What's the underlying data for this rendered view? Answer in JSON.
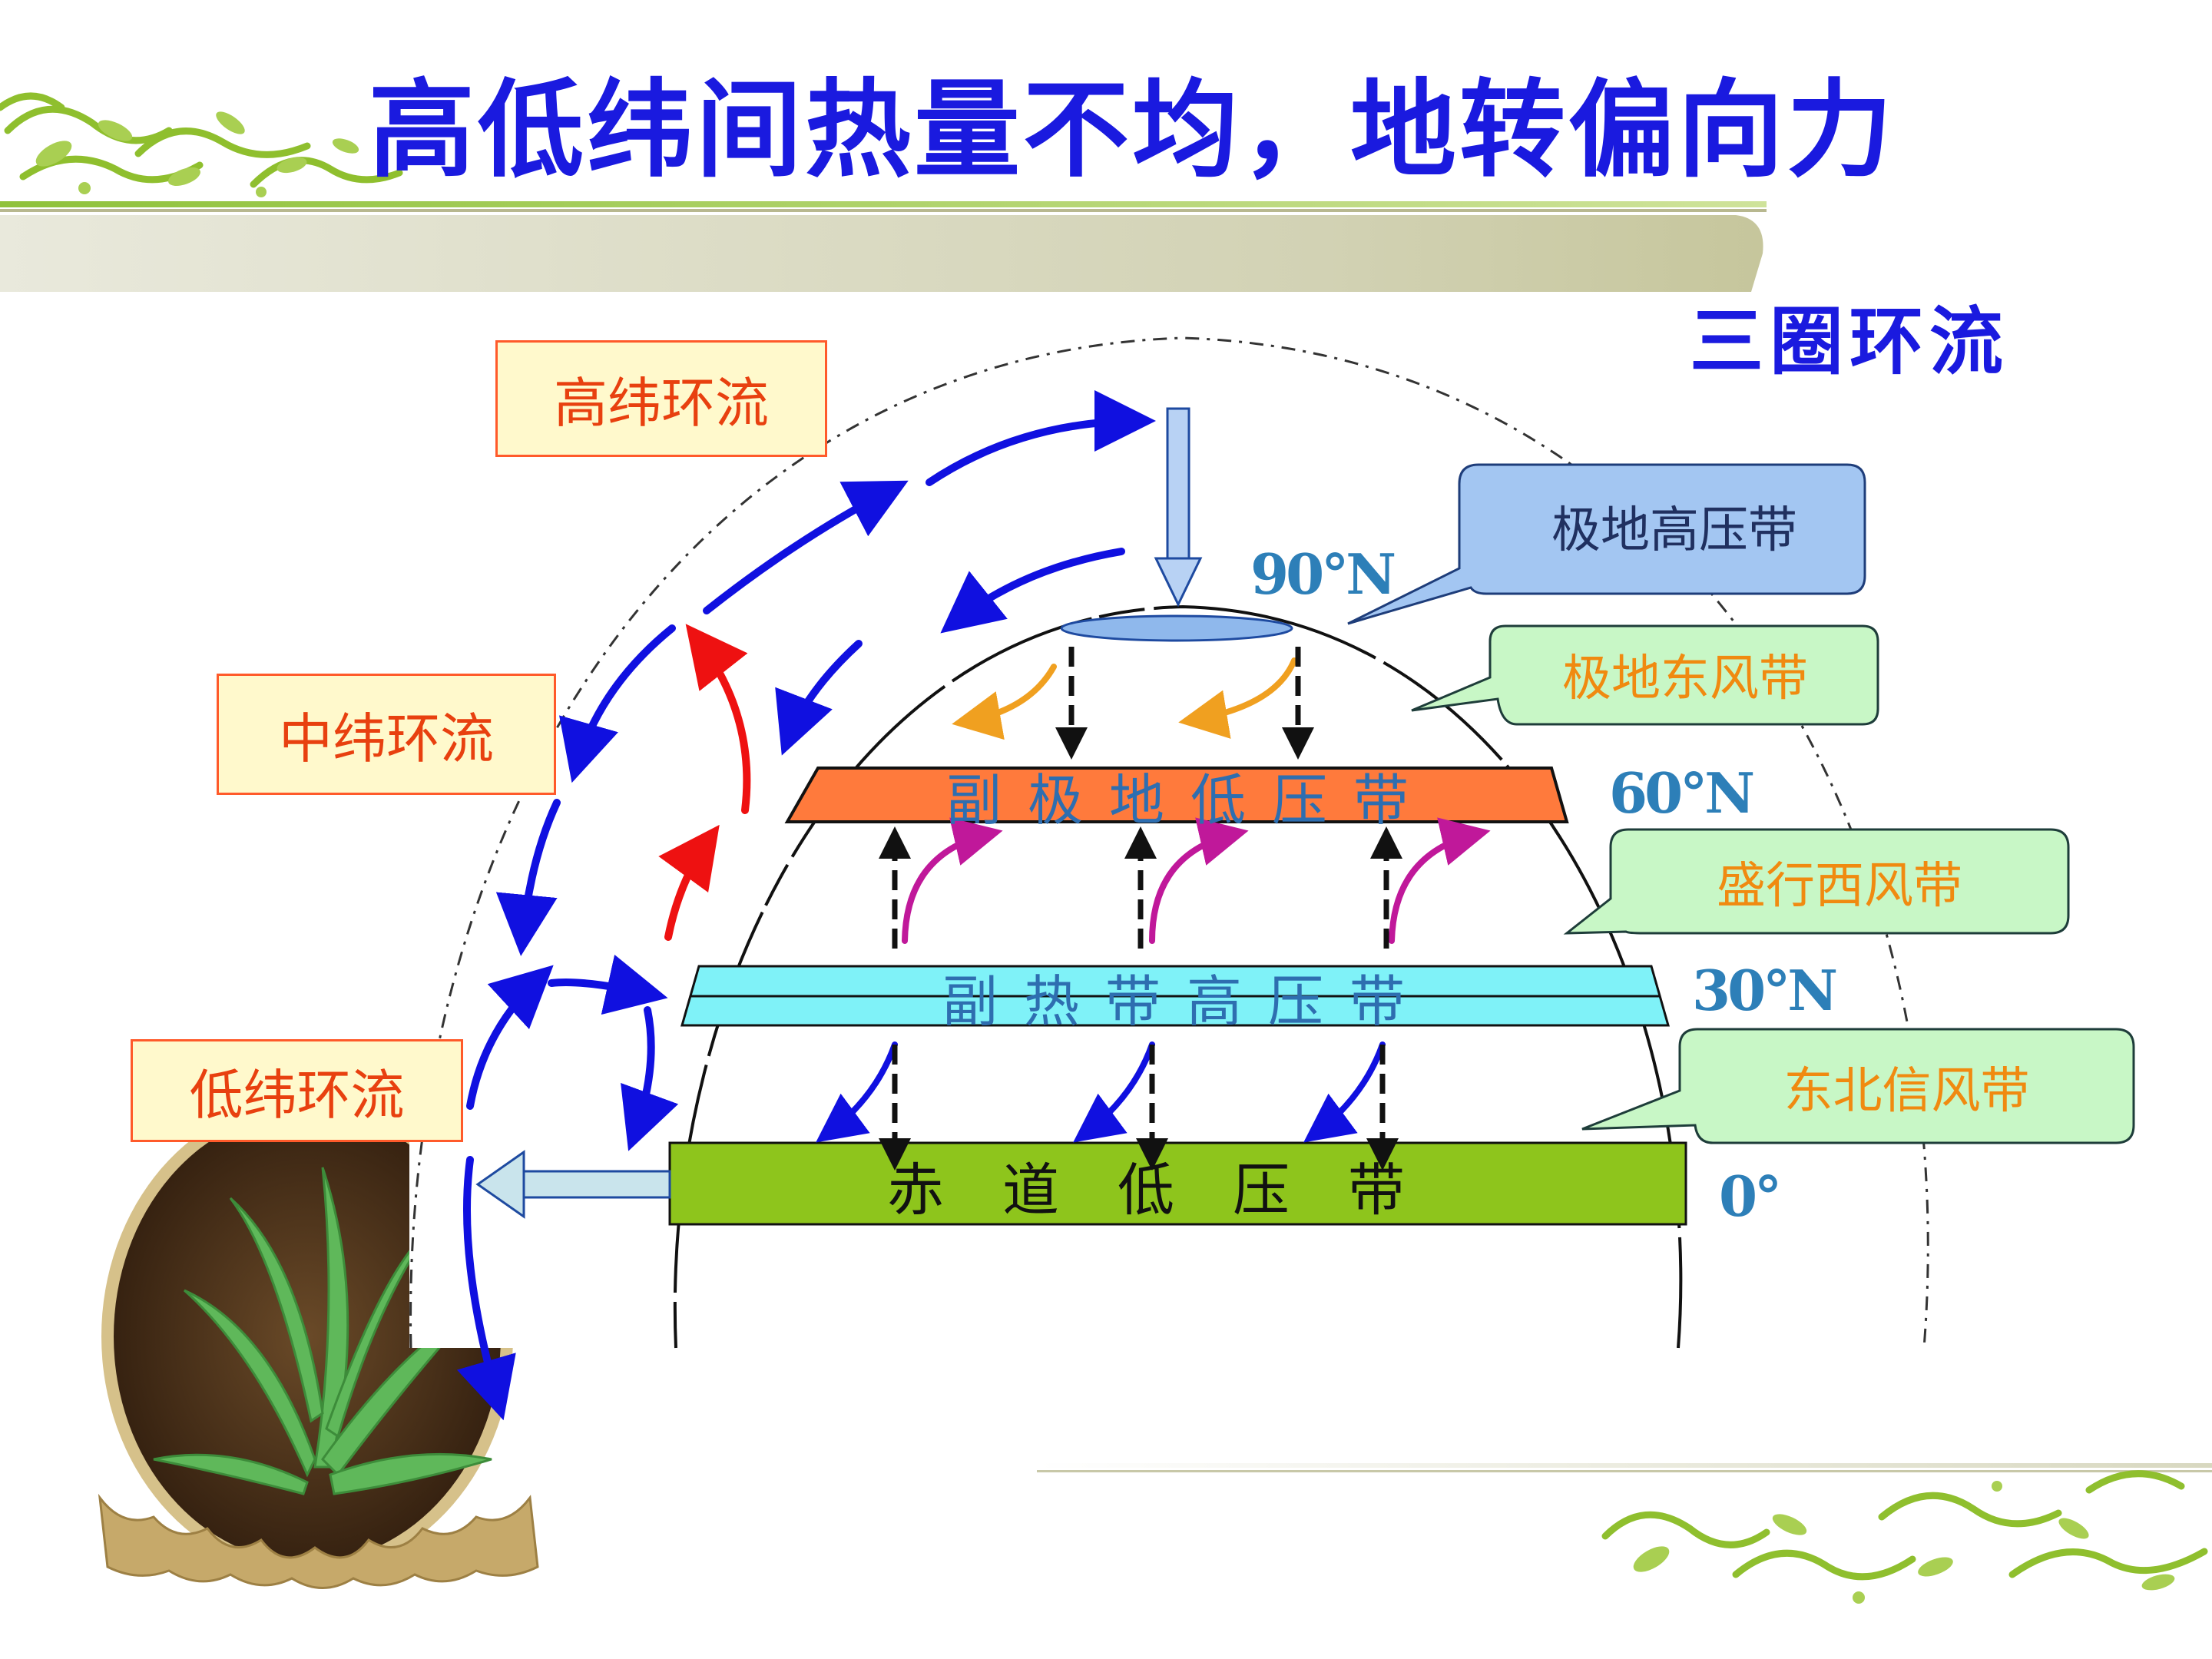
{
  "title": "高低纬间热量不均，地转偏向力",
  "subtitle": "三圈环流",
  "circulations": {
    "high": "高纬环流",
    "mid": "中纬环流",
    "low": "低纬环流"
  },
  "pressure_belts": {
    "polar_high": "极地高压带",
    "subpolar_low": "副极地低压带",
    "subtropical_high": "副热带高压带",
    "equatorial_low": "赤道低压带"
  },
  "wind_belts": {
    "polar_easterlies": "极地东风带",
    "westerlies": "盛行西风带",
    "ne_trades": "东北信风带"
  },
  "latitudes": {
    "lat90": "90°N",
    "lat60": "60°N",
    "lat30": "30°N",
    "lat0": "0°"
  },
  "colors": {
    "title": "#1a1adf",
    "circulation_arrow": "#1010e0",
    "rising_arrow": "#ee1111",
    "polar_easterly_arrow": "#f0a020",
    "westerly_arrow": "#c0189a",
    "subpolar_low_fill": "#ff7a3c",
    "subtropical_high_fill": "#7ff2f8",
    "equatorial_low_fill": "#8ec51c",
    "polar_high_fill": "#8fb8ec"
  }
}
